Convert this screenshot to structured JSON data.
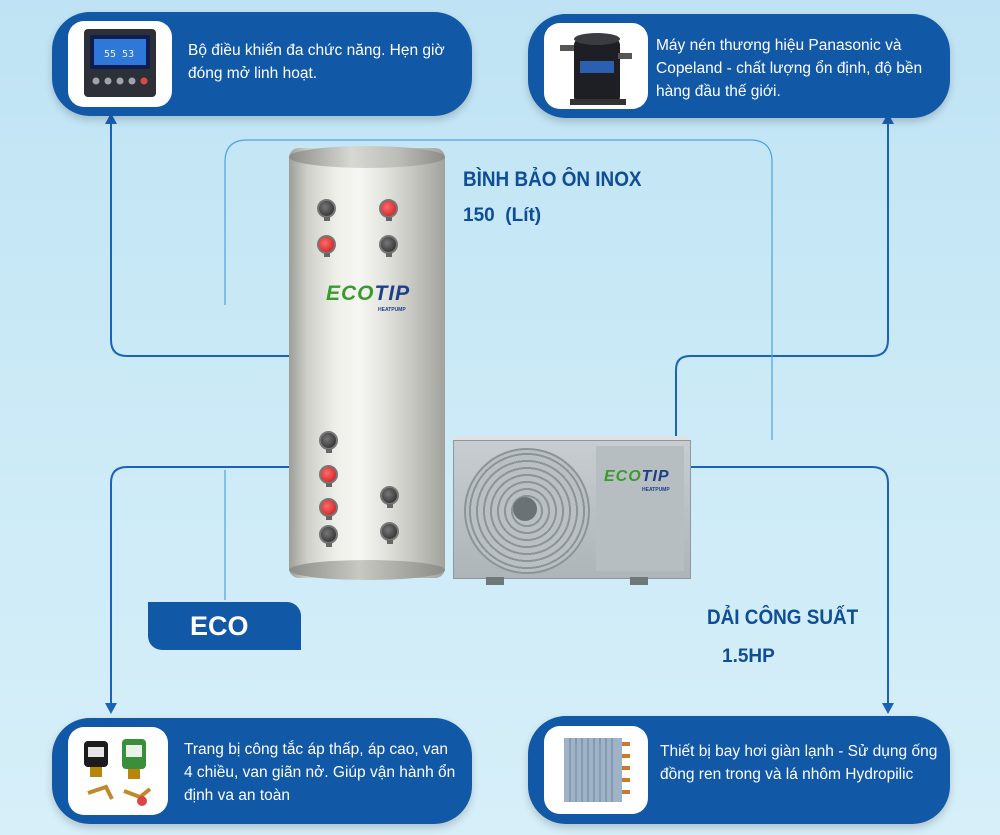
{
  "cards": {
    "controller": "Bộ điều khiển đa chức năng. Hẹn giờ đóng mở linh hoạt.",
    "compressor": "Máy nén thương hiệu Panasonic và Copeland - chất lượng ổn định, độ bền hàng đầu thế giới.",
    "switches": "Trang bị công tắc áp thấp, áp cao, van 4 chiều, van giãn nở. Giúp vận hành ổn định va an toàn",
    "evaporator": "Thiết bị bay hơi giàn lạnh - Sử dụng ống đồng ren trong và lá nhôm Hydropilic"
  },
  "tank": {
    "title": "BÌNH BẢO ÔN INOX",
    "capacity": "150",
    "unit": "(Lít)"
  },
  "power": {
    "title": "DẢI CÔNG SUẤT",
    "value": "1.5HP"
  },
  "eco_label": "ECO",
  "brand": {
    "eco": "ECO",
    "tip": "TIP",
    "sub": "HEATPUMP"
  },
  "controller_display": "55  53",
  "colors": {
    "card_blue": "#1158a7",
    "heading_blue": "#0f4e96",
    "background": "#cdebf7",
    "logo_green": "#3a9b2d"
  }
}
